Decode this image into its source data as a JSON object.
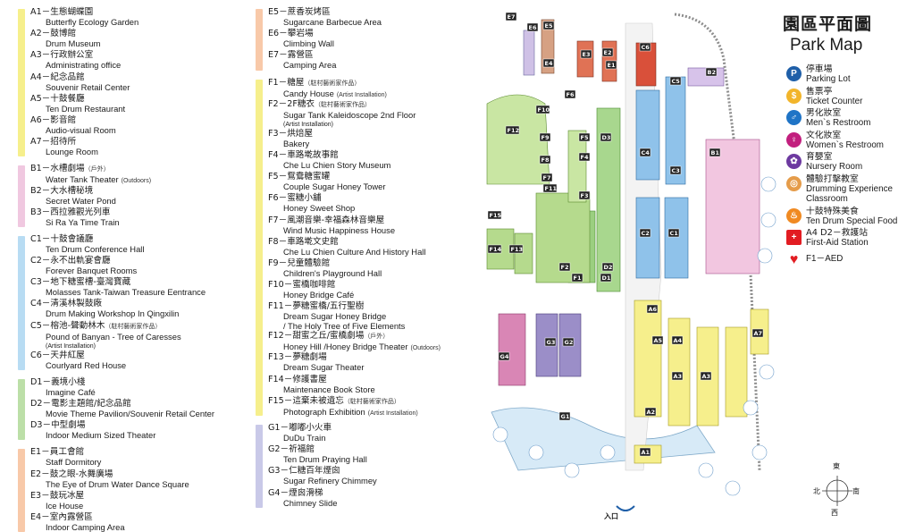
{
  "title_zh": "園區平面圖",
  "title_en": "Park Map",
  "colors": {
    "A": "#f6ef8c",
    "B": "#f0c8e0",
    "C": "#b8dcf3",
    "D": "#bcdfa8",
    "E": "#f8c9a9",
    "F": "#f6ef8c",
    "G": "#c9c9e8",
    "parking": "#1f5fa8",
    "ticket": "#f2b52b",
    "restroom_m": "#1f74c6",
    "restroom_w": "#c21f7e",
    "nursery": "#6d3aa0",
    "drum": "#e59c4a",
    "food": "#f08a22",
    "firstaid": "#e21c22",
    "aed": "#e21c22"
  },
  "col1": [
    {
      "group": "A",
      "items": [
        {
          "zh": "A1－生態蝴蝶園",
          "en": "Butterfly Ecology Garden"
        },
        {
          "zh": "A2－鼓博館",
          "en": "Drum Museum"
        },
        {
          "zh": "A3－行政辦公室",
          "en": "Administrating office"
        },
        {
          "zh": "A4－紀念品館",
          "en": "Souvenir Retail Center"
        },
        {
          "zh": "A5－十鼓餐廳",
          "en": "Ten Drum Restaurant"
        },
        {
          "zh": "A6－影音館",
          "en": "Audio-visual Room"
        },
        {
          "zh": "A7－招待所",
          "en": "Lounge Room"
        }
      ]
    },
    {
      "group": "B",
      "items": [
        {
          "zh": "B1－水槽劇場",
          "zh_note": "（戶外）",
          "en": "Water Tank Theater",
          "en_note": "(Outdoors)"
        },
        {
          "zh": "B2－大水槽秘境",
          "en": "Secret Water Pond"
        },
        {
          "zh": "B3－西拉雅觀光列車",
          "en": "Si Ra Ya Time Train"
        }
      ]
    },
    {
      "group": "C",
      "items": [
        {
          "zh": "C1－十鼓會議廳",
          "en": "Ten Drum Conference Hall"
        },
        {
          "zh": "C2－永不出軌宴會廳",
          "en": "Forever Banquet Rooms"
        },
        {
          "zh": "C3－地下糖蜜槽-臺灣寶藏",
          "en": "Molasses Tank-Taiwan Treasure Eentrance"
        },
        {
          "zh": "C4－清溪林製鼓廠",
          "en": "Drum Making Workshop In Qingxilin"
        },
        {
          "zh": "C5－榕池-聲動林木",
          "zh_note": "（駐村藝術家作品）",
          "en": "Pound of Banyan - Tree of Caresses",
          "en2": "(Artist Installation)",
          "tall": true
        },
        {
          "zh": "C6－天井紅屋",
          "en": "Courlyard Red House"
        }
      ]
    },
    {
      "group": "D",
      "items": [
        {
          "zh": "D1－義境小棧",
          "en": "Imagine Café"
        },
        {
          "zh": "D2－電影主題館/紀念品館",
          "en": "Movie Theme Pavilion/Souvenir Retail Center"
        },
        {
          "zh": "D3－中型劇場",
          "en": "Indoor Medium Sized Theater"
        }
      ]
    },
    {
      "group": "E",
      "items": [
        {
          "zh": "E1－員工會館",
          "en": "Staff Dormitory"
        },
        {
          "zh": "E2－鼓之眼-水舞廣場",
          "en": "The Eye of Drum Water Dance Square"
        },
        {
          "zh": "E3－鼓玩冰屋",
          "en": "Ice House"
        },
        {
          "zh": "E4－室內露營區",
          "en": "Indoor Camping Area"
        }
      ]
    }
  ],
  "col2": [
    {
      "group": "E",
      "items": [
        {
          "zh": "E5－蔗香炭烤區",
          "en": "Sugarcane Barbecue Area"
        },
        {
          "zh": "E6－攀岩場",
          "en": "Climbing Wall"
        },
        {
          "zh": "E7－露營區",
          "en": "Camping Area"
        }
      ]
    },
    {
      "group": "F",
      "items": [
        {
          "zh": "F1－糖屋",
          "zh_note": "（駐村藝術家作品）",
          "en": "Candy House",
          "en_note": "(Artist Installation)"
        },
        {
          "zh": "F2－2F糖衣",
          "zh_note": "（駐村藝術家作品）",
          "en": "Sugar Tank Kaleidoscope 2nd Floor",
          "en2": "(Artist Installation)",
          "tall": true
        },
        {
          "zh": "F3－烘焙屋",
          "en": "Bakery"
        },
        {
          "zh": "F4－車路墘故事館",
          "en": "Che Lu Chien Story Museum"
        },
        {
          "zh": "F5－鴛鴦糖蜜罐",
          "en": "Couple Sugar Honey Tower"
        },
        {
          "zh": "F6－蜜糖小舖",
          "en": "Honey Sweet Shop"
        },
        {
          "zh": "F7－風潮音樂-幸福森林音樂屋",
          "en": "Wind Music Happiness House"
        },
        {
          "zh": "F8－車路墘文史館",
          "en": "Che Lu Chien Culture And History Hall"
        },
        {
          "zh": "F9－兒童體驗館",
          "en": "Children's Playground Hall"
        },
        {
          "zh": "F10－蜜橋咖啡館",
          "en": "Honey Bridge Café"
        },
        {
          "zh": "F11－夢糖蜜橋/五行聖樹",
          "en": "Dream Sugar Honey Bridge",
          "en2": "/ The Holy Tree of Five Elements",
          "tall": true
        },
        {
          "zh": "F12－甜蜜之丘/蜜橋劇場",
          "zh_note": "（戶外）",
          "en": "Honey Hill /Honey Bridge Theater",
          "en_note": "(Outdoors)"
        },
        {
          "zh": "F13－夢糖劇場",
          "en": "Dream Sugar Theater"
        },
        {
          "zh": "F14－修護書屋",
          "en": "Maintenance Book Store"
        },
        {
          "zh": "F15－這棄未被遺忘",
          "zh_note": "（駐村藝術家作品）",
          "en": "Photograph Exhibition",
          "en_note": "(Artist Installation)"
        }
      ]
    },
    {
      "group": "G",
      "items": [
        {
          "zh": "G1－嘟嘟小火車",
          "en": "DuDu Train"
        },
        {
          "zh": "G2－祈福館",
          "en": "Ten Drum Praying Hall"
        },
        {
          "zh": "G3－仁糖百年煙囪",
          "en": "Sugar Refinery Chimmey"
        },
        {
          "zh": "G4－煙囪滑梯",
          "en": "Chimney Slide"
        }
      ]
    }
  ],
  "legend": [
    {
      "key": "parking",
      "glyph": "P",
      "zh": "停車場",
      "en": "Parking Lot"
    },
    {
      "key": "ticket",
      "glyph": "$",
      "zh": "售票亭",
      "en": "Ticket Counter"
    },
    {
      "key": "restroom_m",
      "glyph": "♂",
      "zh": "男化妝室",
      "en": "Men`s Restroom"
    },
    {
      "key": "restroom_w",
      "glyph": "♀",
      "zh": "文化妝室",
      "en": "Women`s Restroom"
    },
    {
      "key": "nursery",
      "glyph": "✿",
      "zh": "育嬰室",
      "en": "Nursery Room"
    },
    {
      "key": "drum",
      "glyph": "◎",
      "zh": "體驗打擊教室",
      "en": "Drumming Experience",
      "en2": "Classroom"
    },
    {
      "key": "food",
      "glyph": "♨",
      "zh": "十鼓特殊美食",
      "en": "Ten Drum Special Food"
    },
    {
      "key": "firstaid",
      "glyph": "+",
      "zh": "A4 D2－救護站",
      "en": "First-Aid Station"
    },
    {
      "key": "aed",
      "glyph": "♥",
      "zh": "",
      "en": "F1－AED"
    }
  ],
  "compass": {
    "n": "北",
    "s": "南",
    "e": "東",
    "w": "西"
  },
  "entrance_label": "入口",
  "map_labels": [
    {
      "t": "E7",
      "c": "E"
    },
    {
      "t": "E6",
      "c": "E"
    },
    {
      "t": "E5",
      "c": "E"
    },
    {
      "t": "E4",
      "c": "E"
    },
    {
      "t": "E3",
      "c": "E"
    },
    {
      "t": "E2",
      "c": "E"
    },
    {
      "t": "E1",
      "c": "E"
    },
    {
      "t": "C6",
      "c": "C"
    },
    {
      "t": "C5",
      "c": "C"
    },
    {
      "t": "C4",
      "c": "C"
    },
    {
      "t": "C3",
      "c": "C"
    },
    {
      "t": "C2",
      "c": "C"
    },
    {
      "t": "C1",
      "c": "C"
    },
    {
      "t": "B1",
      "c": "B"
    },
    {
      "t": "B2",
      "c": "B"
    },
    {
      "t": "F1",
      "c": "F"
    },
    {
      "t": "F2",
      "c": "F"
    },
    {
      "t": "F3",
      "c": "F"
    },
    {
      "t": "F4",
      "c": "F"
    },
    {
      "t": "F5",
      "c": "F"
    },
    {
      "t": "F6",
      "c": "F"
    },
    {
      "t": "F7",
      "c": "F"
    },
    {
      "t": "F8",
      "c": "F"
    },
    {
      "t": "F9",
      "c": "F"
    },
    {
      "t": "F10",
      "c": "F"
    },
    {
      "t": "F11",
      "c": "F"
    },
    {
      "t": "F12",
      "c": "F"
    },
    {
      "t": "F13",
      "c": "F"
    },
    {
      "t": "F14",
      "c": "F"
    },
    {
      "t": "F15",
      "c": "F"
    },
    {
      "t": "D1",
      "c": "D"
    },
    {
      "t": "D2",
      "c": "D"
    },
    {
      "t": "D3",
      "c": "D"
    },
    {
      "t": "A1",
      "c": "A"
    },
    {
      "t": "A2",
      "c": "A"
    },
    {
      "t": "A3",
      "c": "A"
    },
    {
      "t": "A3",
      "c": "A"
    },
    {
      "t": "A4",
      "c": "A"
    },
    {
      "t": "A5",
      "c": "A"
    },
    {
      "t": "A6",
      "c": "A"
    },
    {
      "t": "A7",
      "c": "A"
    },
    {
      "t": "G1",
      "c": "G"
    },
    {
      "t": "G2",
      "c": "G"
    },
    {
      "t": "G3",
      "c": "G"
    },
    {
      "t": "G4",
      "c": "G"
    }
  ]
}
